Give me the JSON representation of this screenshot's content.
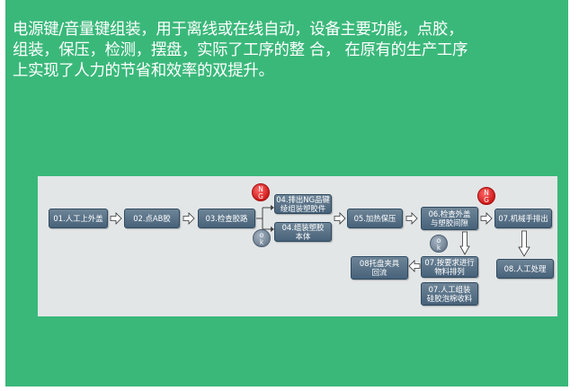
{
  "intro_text": "电源键/音量键组装，用于离线或在线自动，设备主要功能，点胶，\n组装，保压，检测，摆盘，实际了工序的整 合， 在原有的生产工序\n上实现了人力的节省和效率的双提升。",
  "flow": {
    "steps": {
      "s01": "01.人工上外盖",
      "s02": "02.点AB胶",
      "s03": "03.检查胶路",
      "s04a": "04.排出NG品键\n绫组装塑胶件",
      "s04b": "04.组装塑胶\n本体",
      "s05": "05.加热保压",
      "s06": "06.检查外盖\n与塑胶间隙",
      "s07a": "07.机械手排出",
      "s07b": "07.按要求进行\n物料排列",
      "s07c": "07.人工组装\n硅胶泡棉收料",
      "s08a": "08.人工处理",
      "s08b": "08托盘夹具\n回流"
    },
    "ng_label": "N\nG",
    "ok_label": "o\nk"
  },
  "colors": {
    "background": "#3ab87a",
    "panel": "#e3e6e7",
    "box": "#5a7488",
    "ng_badge": "#e02424",
    "ok_badge": "#8797a7"
  }
}
